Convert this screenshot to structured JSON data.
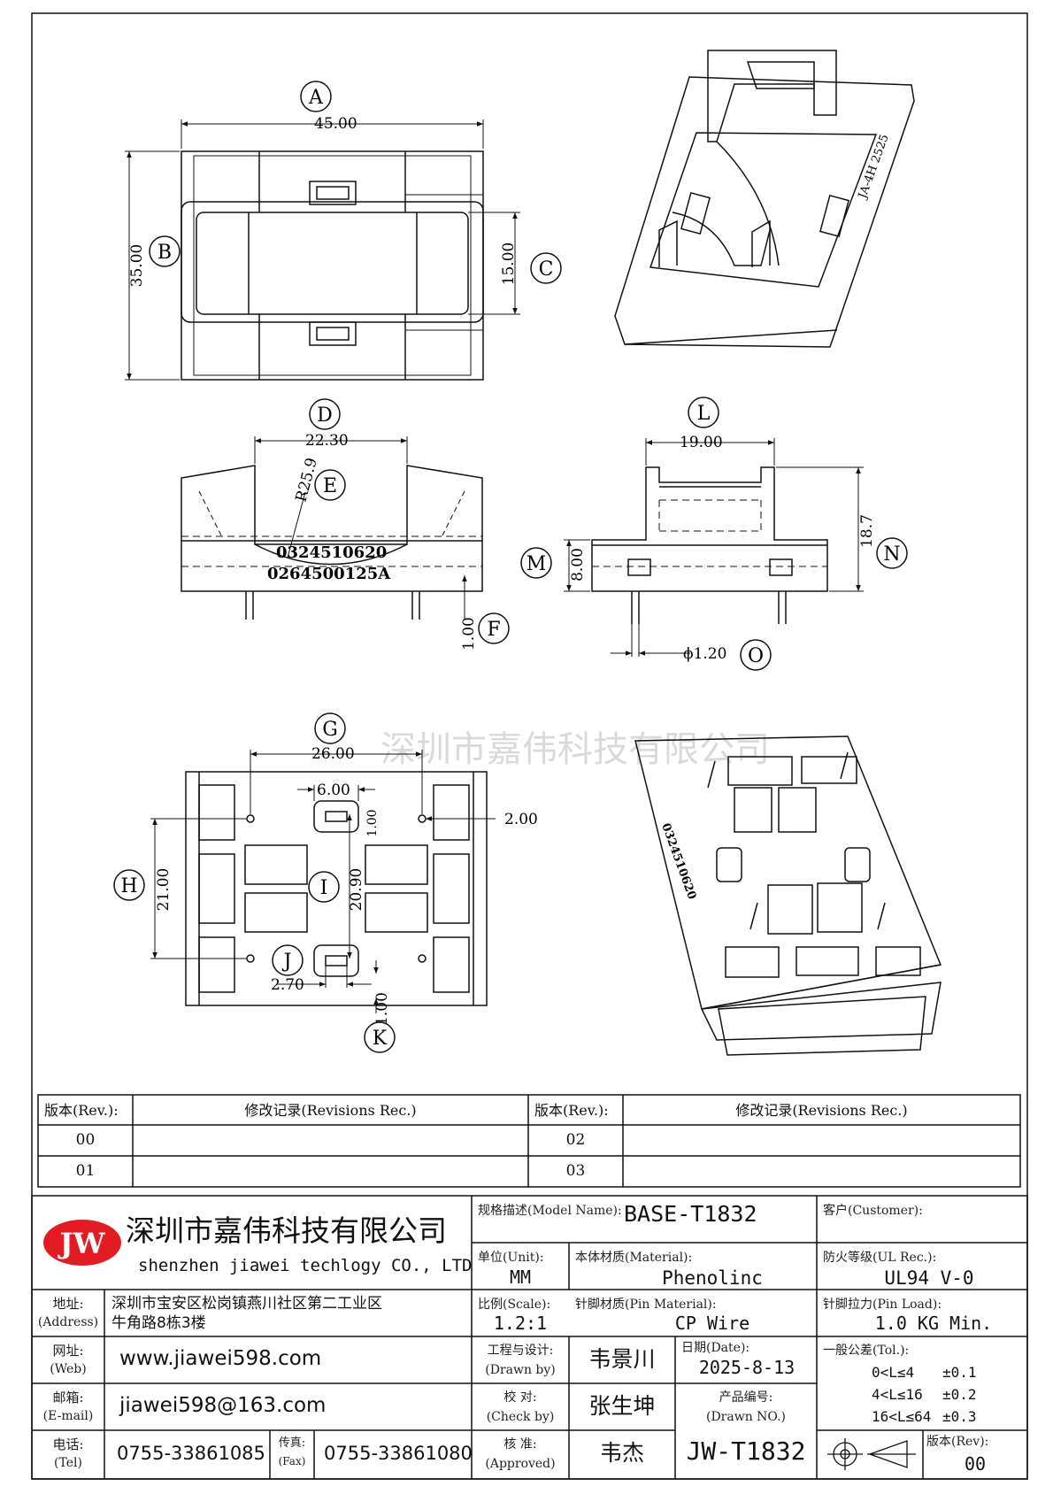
{
  "drawing": {
    "dims": {
      "A": "45.00",
      "B": "35.00",
      "C": "15.00",
      "D": "22.30",
      "E": "R25.9",
      "F": "1.00",
      "L": "19.00",
      "M": "8.00",
      "N": "18.7",
      "O": "ϕ1.20",
      "G": "26.00",
      "H": "21.00",
      "I": "20.90",
      "J": "2.70",
      "K": "1.00",
      "top_slot": "6.00",
      "top_slot_h": "1.00",
      "pin_offset": "2.00"
    },
    "letters": [
      "A",
      "B",
      "C",
      "D",
      "E",
      "F",
      "L",
      "M",
      "N",
      "O",
      "G",
      "H",
      "I",
      "J",
      "K"
    ],
    "side_marking_1": "0324510620",
    "side_marking_2": "0264500125A",
    "watermark": "深圳市嘉伟科技有限公司"
  },
  "revisions": {
    "rev_label": "版本(Rev.):",
    "rec_label": "修改记录(Revisions Rec.)",
    "left_revs": [
      "00",
      "01"
    ],
    "right_revs": [
      "02",
      "03"
    ]
  },
  "title_block": {
    "logo": "JW",
    "company_cn": "深圳市嘉伟科技有限公司",
    "company_en": "shenzhen jiawei techlogy CO., LTD",
    "model_label": "规格描述(Model Name):",
    "model_value": "BASE-T1832",
    "customer_label": "客户(Customer):",
    "customer_value": "",
    "unit_label": "单位(Unit):",
    "unit_value": "MM",
    "material_label": "本体材质(Material):",
    "material_value": "Phenolinc",
    "ul_label": "防火等级(UL Rec.):",
    "ul_value": "UL94 V-0",
    "address_label_cn": "地址:",
    "address_label_en": "(Address)",
    "address_line1": "深圳市宝安区松岗镇燕川社区第二工业区",
    "address_line2": "牛角路8栋3楼",
    "scale_label": "比例(Scale):",
    "scale_value": "1.2:1",
    "pin_material_label": "针脚材质(Pin Material):",
    "pin_material_value": "CP Wire",
    "pin_load_label": "针脚拉力(Pin Load):",
    "pin_load_value": "1.0 KG Min.",
    "web_label_cn": "网址:",
    "web_label_en": "(Web)",
    "web_value": "www.jiawei598.com",
    "drawn_label_cn": "工程与设计:",
    "drawn_label_en": "(Drawn by)",
    "drawn_value": "韦景川",
    "date_label": "日期(Date):",
    "date_value": "2025-8-13",
    "tol_label": "一般公差(Tol.):",
    "tol_rows": [
      {
        "range": "0<L≤4",
        "tol": "±0.1"
      },
      {
        "range": "4<L≤16",
        "tol": "±0.2"
      },
      {
        "range": "16<L≤64",
        "tol": "±0.3"
      }
    ],
    "email_label_cn": "邮箱:",
    "email_label_en": "(E-mail)",
    "email_value": "jiawei598@163.com",
    "check_label_cn": "校  对:",
    "check_label_en": "(Check by)",
    "check_value": "张生坤",
    "drawing_no_label_cn": "产品编号:",
    "drawing_no_label_en": "(Drawn NO.)",
    "tel_label_cn": "电话:",
    "tel_label_en": "(Tel)",
    "tel_value": "0755-33861085",
    "fax_label_cn": "传真:",
    "fax_label_en": "(Fax)",
    "fax_value": "0755-33861080",
    "approved_label_cn": "核  准:",
    "approved_label_en": "(Approved)",
    "approved_value": "韦杰",
    "drawing_no_value": "JW-T1832",
    "rev_label": "版本(Rev):",
    "rev_value": "00"
  },
  "colors": {
    "logo_red": "#e31b23",
    "watermark": "#d9d9d9",
    "line": "#111111"
  }
}
